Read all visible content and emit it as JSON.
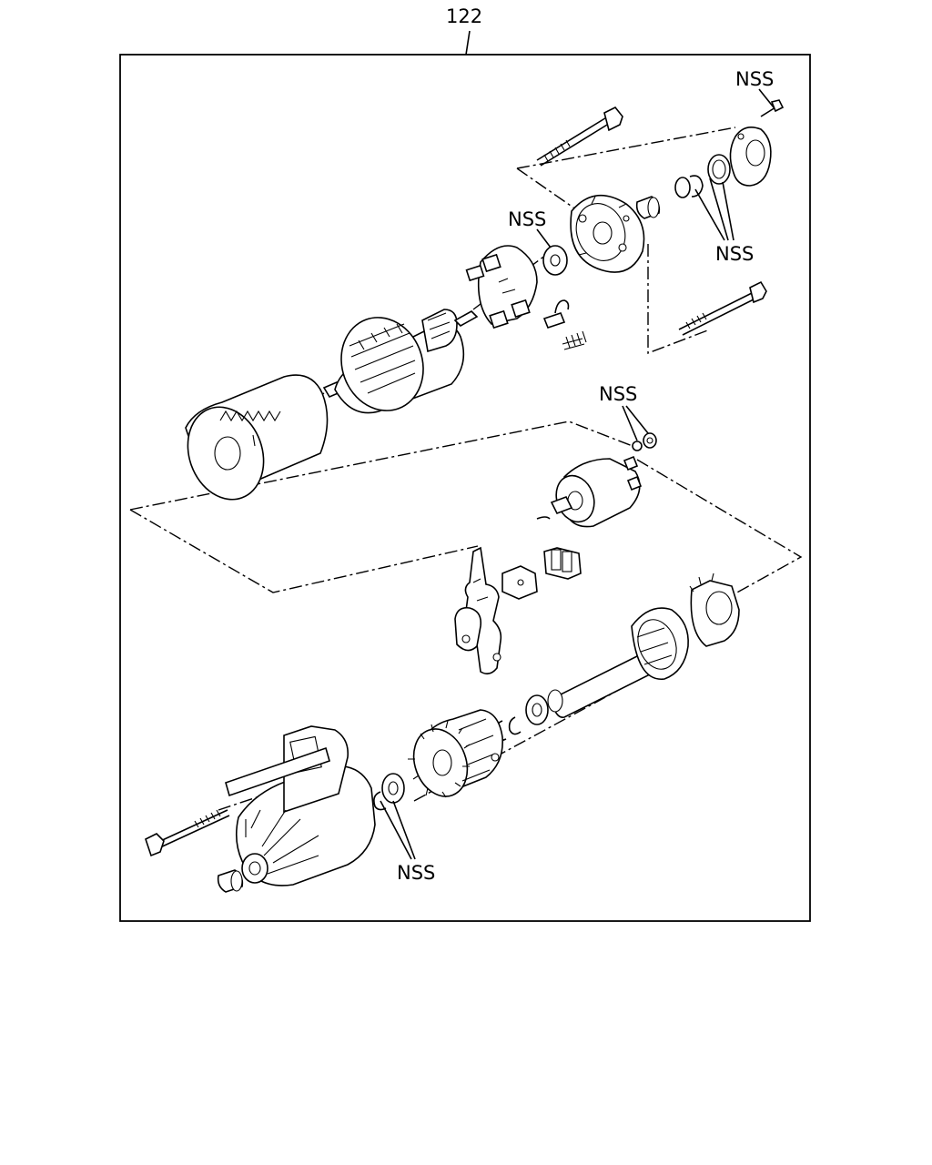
{
  "diagram": {
    "ref_number": "122",
    "callouts": {
      "top_bolt_label": "NSS",
      "washer_label": "NSS",
      "seal_rings_label": "NSS",
      "solenoid_nuts_label": "NSS",
      "pinion_clips_label": "NSS"
    }
  }
}
